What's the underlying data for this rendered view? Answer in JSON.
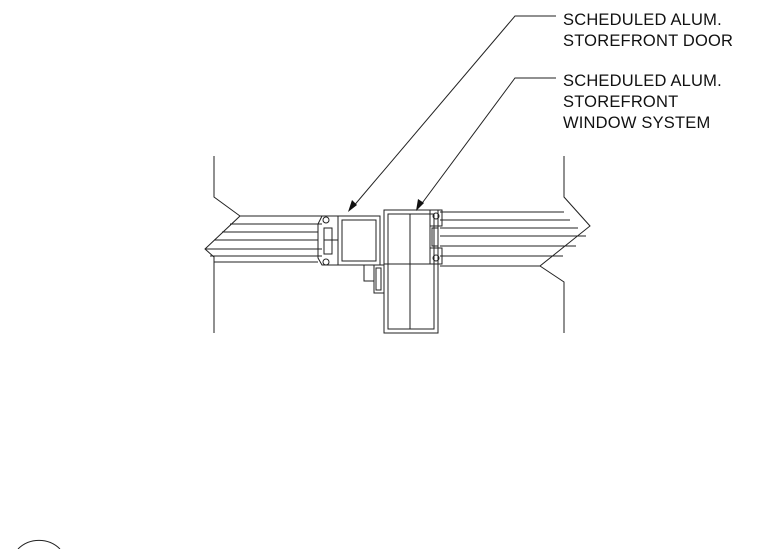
{
  "callouts": [
    {
      "lines": [
        "SCHEDULED ALUM.",
        "STOREFRONT DOOR"
      ]
    },
    {
      "lines": [
        "SCHEDULED ALUM.",
        "STOREFRONT",
        "WINDOW SYSTEM"
      ]
    }
  ]
}
